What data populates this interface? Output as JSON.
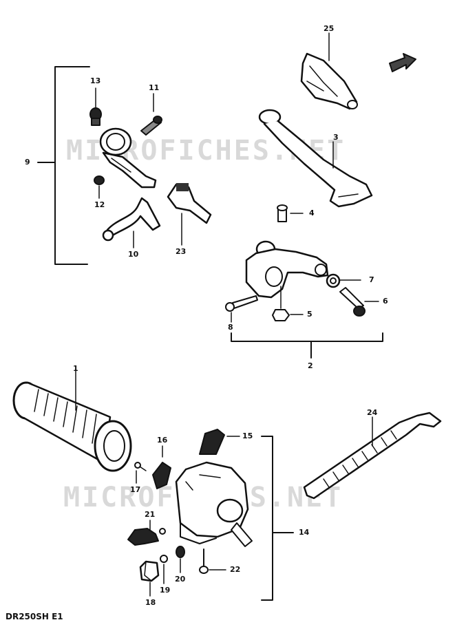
{
  "watermark": "MICROFICHES.NET",
  "footer": "DR250SH  E1",
  "callouts": {
    "c1": "1",
    "c2": "2",
    "c3": "3",
    "c4": "4",
    "c5": "5",
    "c6": "6",
    "c7": "7",
    "c8": "8",
    "c9": "9",
    "c10": "10",
    "c11": "11",
    "c12": "12",
    "c13": "13",
    "c14": "14",
    "c15": "15",
    "c16": "16",
    "c17": "17",
    "c18": "18",
    "c19": "19",
    "c20": "20",
    "c21": "21",
    "c22": "22",
    "c23": "23",
    "c24": "24",
    "c25": "25"
  }
}
